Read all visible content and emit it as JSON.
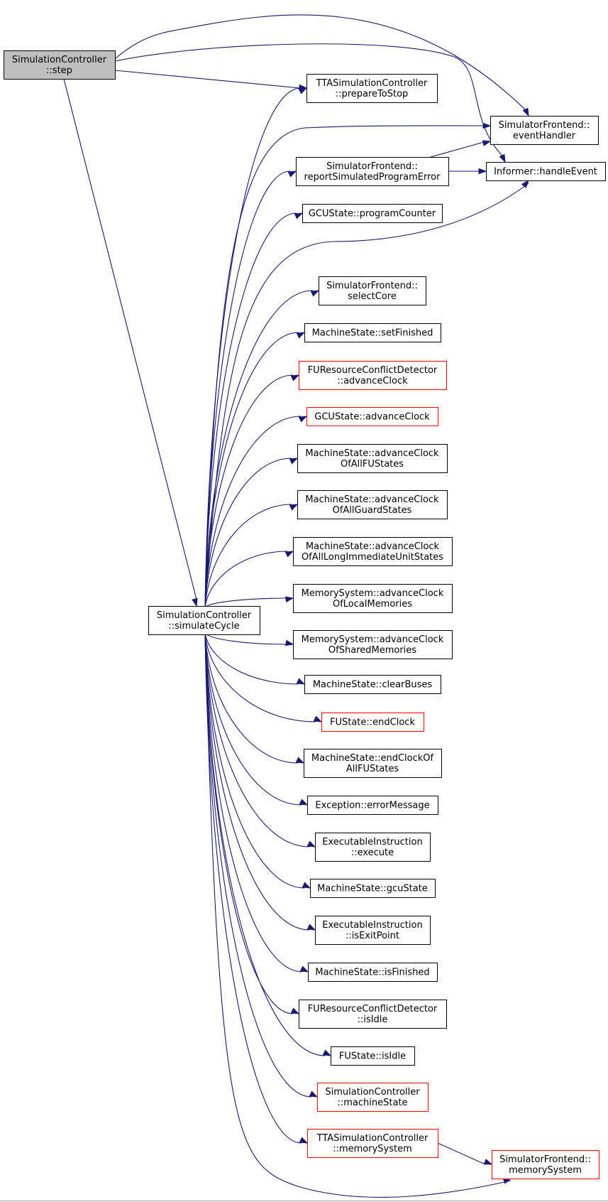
{
  "colors": {
    "edge": "#191970",
    "border_normal": "#000000",
    "border_truncated": "#ff0000",
    "root_fill": "#bfbfbf",
    "node_fill": "#ffffff"
  },
  "nodes": {
    "step": {
      "lines": [
        "SimulationController",
        "::step"
      ],
      "style": "root"
    },
    "simulateCycle": {
      "lines": [
        "SimulationController",
        "::simulateCycle"
      ],
      "style": "normal"
    },
    "prepareToStop": {
      "lines": [
        "TTASimulationController",
        "::prepareToStop"
      ],
      "style": "normal"
    },
    "eventHandler": {
      "lines": [
        "SimulatorFrontend::",
        "eventHandler"
      ],
      "style": "normal"
    },
    "handleEvent": {
      "lines": [
        "Informer::handleEvent"
      ],
      "style": "normal"
    },
    "reportError": {
      "lines": [
        "SimulatorFrontend::",
        "reportSimulatedProgramError"
      ],
      "style": "normal"
    },
    "programCounter": {
      "lines": [
        "GCUState::programCounter"
      ],
      "style": "normal"
    },
    "selectCore": {
      "lines": [
        "SimulatorFrontend::",
        "selectCore"
      ],
      "style": "normal"
    },
    "setFinished": {
      "lines": [
        "MachineState::setFinished"
      ],
      "style": "normal"
    },
    "fuAdvanceClock": {
      "lines": [
        "FUResourceConflictDetector",
        "::advanceClock"
      ],
      "style": "truncated"
    },
    "gcuAdvanceClock": {
      "lines": [
        "GCUState::advanceClock"
      ],
      "style": "truncated"
    },
    "advFU": {
      "lines": [
        "MachineState::advanceClock",
        "OfAllFUStates"
      ],
      "style": "normal"
    },
    "advGuard": {
      "lines": [
        "MachineState::advanceClock",
        "OfAllGuardStates"
      ],
      "style": "normal"
    },
    "advLIU": {
      "lines": [
        "MachineState::advanceClock",
        "OfAllLongImmediateUnitStates"
      ],
      "style": "normal"
    },
    "advLocal": {
      "lines": [
        "MemorySystem::advanceClock",
        "OfLocalMemories"
      ],
      "style": "normal"
    },
    "advShared": {
      "lines": [
        "MemorySystem::advanceClock",
        "OfSharedMemories"
      ],
      "style": "normal"
    },
    "clearBuses": {
      "lines": [
        "MachineState::clearBuses"
      ],
      "style": "normal"
    },
    "fuEndClock": {
      "lines": [
        "FUState::endClock"
      ],
      "style": "truncated"
    },
    "endClockAll": {
      "lines": [
        "MachineState::endClockOf",
        "AllFUStates"
      ],
      "style": "normal"
    },
    "errorMessage": {
      "lines": [
        "Exception::errorMessage"
      ],
      "style": "normal"
    },
    "execute": {
      "lines": [
        "ExecutableInstruction",
        "::execute"
      ],
      "style": "normal"
    },
    "gcuState": {
      "lines": [
        "MachineState::gcuState"
      ],
      "style": "normal"
    },
    "isExitPoint": {
      "lines": [
        "ExecutableInstruction",
        "::isExitPoint"
      ],
      "style": "normal"
    },
    "isFinished": {
      "lines": [
        "MachineState::isFinished"
      ],
      "style": "normal"
    },
    "fuIsIdle": {
      "lines": [
        "FUResourceConflictDetector",
        "::isIdle"
      ],
      "style": "normal"
    },
    "fuStateIsIdle": {
      "lines": [
        "FUState::isIdle"
      ],
      "style": "normal"
    },
    "machineState": {
      "lines": [
        "SimulationController",
        "::machineState"
      ],
      "style": "truncated"
    },
    "ttaMemSys": {
      "lines": [
        "TTASimulationController",
        "::memorySystem"
      ],
      "style": "truncated"
    },
    "frontMemSys": {
      "lines": [
        "SimulatorFrontend::",
        "memorySystem"
      ],
      "style": "truncated"
    }
  },
  "edges": [
    [
      "step",
      "simulateCycle"
    ],
    [
      "step",
      "prepareToStop"
    ],
    [
      "step",
      "eventHandler"
    ],
    [
      "step",
      "handleEvent"
    ],
    [
      "simulateCycle",
      "prepareToStop"
    ],
    [
      "simulateCycle",
      "eventHandler"
    ],
    [
      "simulateCycle",
      "reportError"
    ],
    [
      "simulateCycle",
      "programCounter"
    ],
    [
      "simulateCycle",
      "handleEvent"
    ],
    [
      "simulateCycle",
      "selectCore"
    ],
    [
      "simulateCycle",
      "setFinished"
    ],
    [
      "simulateCycle",
      "fuAdvanceClock"
    ],
    [
      "simulateCycle",
      "gcuAdvanceClock"
    ],
    [
      "simulateCycle",
      "advFU"
    ],
    [
      "simulateCycle",
      "advGuard"
    ],
    [
      "simulateCycle",
      "advLIU"
    ],
    [
      "simulateCycle",
      "advLocal"
    ],
    [
      "simulateCycle",
      "advShared"
    ],
    [
      "simulateCycle",
      "clearBuses"
    ],
    [
      "simulateCycle",
      "fuEndClock"
    ],
    [
      "simulateCycle",
      "endClockAll"
    ],
    [
      "simulateCycle",
      "errorMessage"
    ],
    [
      "simulateCycle",
      "execute"
    ],
    [
      "simulateCycle",
      "gcuState"
    ],
    [
      "simulateCycle",
      "isExitPoint"
    ],
    [
      "simulateCycle",
      "isFinished"
    ],
    [
      "simulateCycle",
      "fuIsIdle"
    ],
    [
      "simulateCycle",
      "fuStateIsIdle"
    ],
    [
      "simulateCycle",
      "machineState"
    ],
    [
      "simulateCycle",
      "ttaMemSys"
    ],
    [
      "simulateCycle",
      "frontMemSys"
    ],
    [
      "reportError",
      "eventHandler"
    ],
    [
      "reportError",
      "handleEvent"
    ],
    [
      "ttaMemSys",
      "frontMemSys"
    ]
  ]
}
